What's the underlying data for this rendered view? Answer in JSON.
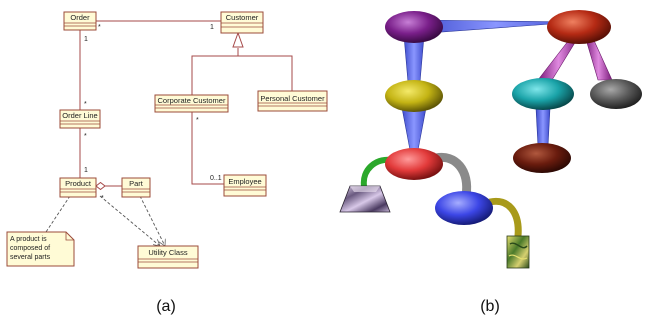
{
  "panel_a": {
    "caption": "(a)",
    "classes": {
      "order": "Order",
      "customer": "Customer",
      "order_line": "Order Line",
      "corporate_customer": "Corporate Customer",
      "personal_customer": "Personal Customer",
      "product": "Product",
      "part": "Part",
      "employee": "Employee",
      "utility_class": "Utility Class"
    },
    "multiplicities": {
      "order_customer_many": "*",
      "order_customer_one": "1",
      "order_line_one": "1",
      "order_line_many": "*",
      "line_product_many": "*",
      "line_product_one": "1",
      "corporate_employee_many": "*",
      "corporate_employee_opt": "0..1",
      "product_part_many": "*"
    },
    "note": {
      "line1": "A product is",
      "line2": "composed of",
      "line3": "several parts"
    },
    "colors": {
      "class_fill": "#fffbd6",
      "class_stroke": "#9b4b3a",
      "note_fill": "#fffbd6"
    }
  },
  "panel_b": {
    "caption": "(b)",
    "colors": {
      "purple": "#7a1f8a",
      "red_top": "#b52a14",
      "yellow": "#c4b414",
      "cyan": "#1aa3a8",
      "gray": "#5a5a5a",
      "dark_red": "#6a1c0e",
      "red_mid": "#e23a3a",
      "blue": "#3c46e6",
      "connector_blue": "#5a6ad9",
      "connector_magenta": "#b43ab4",
      "connector_green": "#2ba82b",
      "connector_gray": "#8a8a8a",
      "connector_olive": "#a89a1a"
    }
  }
}
